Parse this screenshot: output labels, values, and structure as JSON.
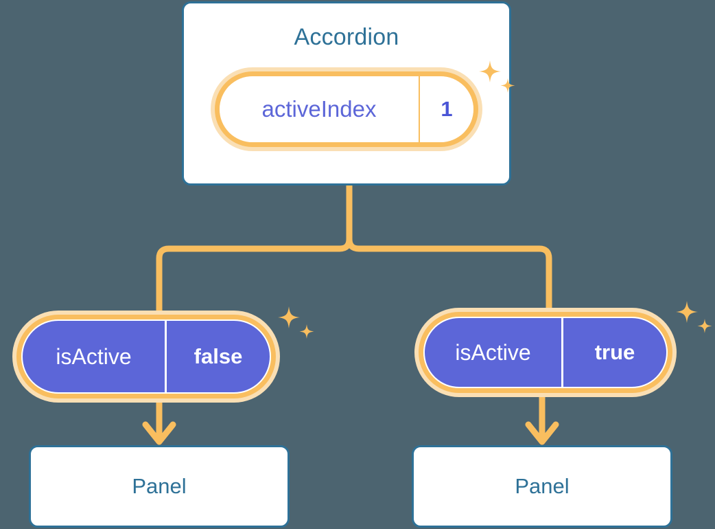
{
  "theme": {
    "background": "#4c6470",
    "node_border": "#2e7197",
    "node_text": "#2e7197",
    "connector": "#f9be5f",
    "ring_outer": "#fadfb4",
    "ring_inner": "#f9be5f",
    "state_fill": "#5c66d8",
    "state_text_on_fill": "#ffffff",
    "state_text_on_light": "#5c66d8",
    "sparkle": "#f9be5f"
  },
  "diagram": {
    "type": "component-tree",
    "root": {
      "title": "Accordion",
      "state": {
        "key": "activeIndex",
        "value": "1",
        "style": "light"
      },
      "sparkle_icon": "sparkles-icon"
    },
    "children": [
      {
        "state": {
          "key": "isActive",
          "value": "false",
          "style": "solid"
        },
        "sparkle_icon": "sparkles-icon",
        "arrow_icon": "arrow-down-icon",
        "node": {
          "title": "Panel"
        }
      },
      {
        "state": {
          "key": "isActive",
          "value": "true",
          "style": "solid"
        },
        "sparkle_icon": "sparkles-icon",
        "arrow_icon": "arrow-down-icon",
        "node": {
          "title": "Panel"
        }
      }
    ]
  }
}
